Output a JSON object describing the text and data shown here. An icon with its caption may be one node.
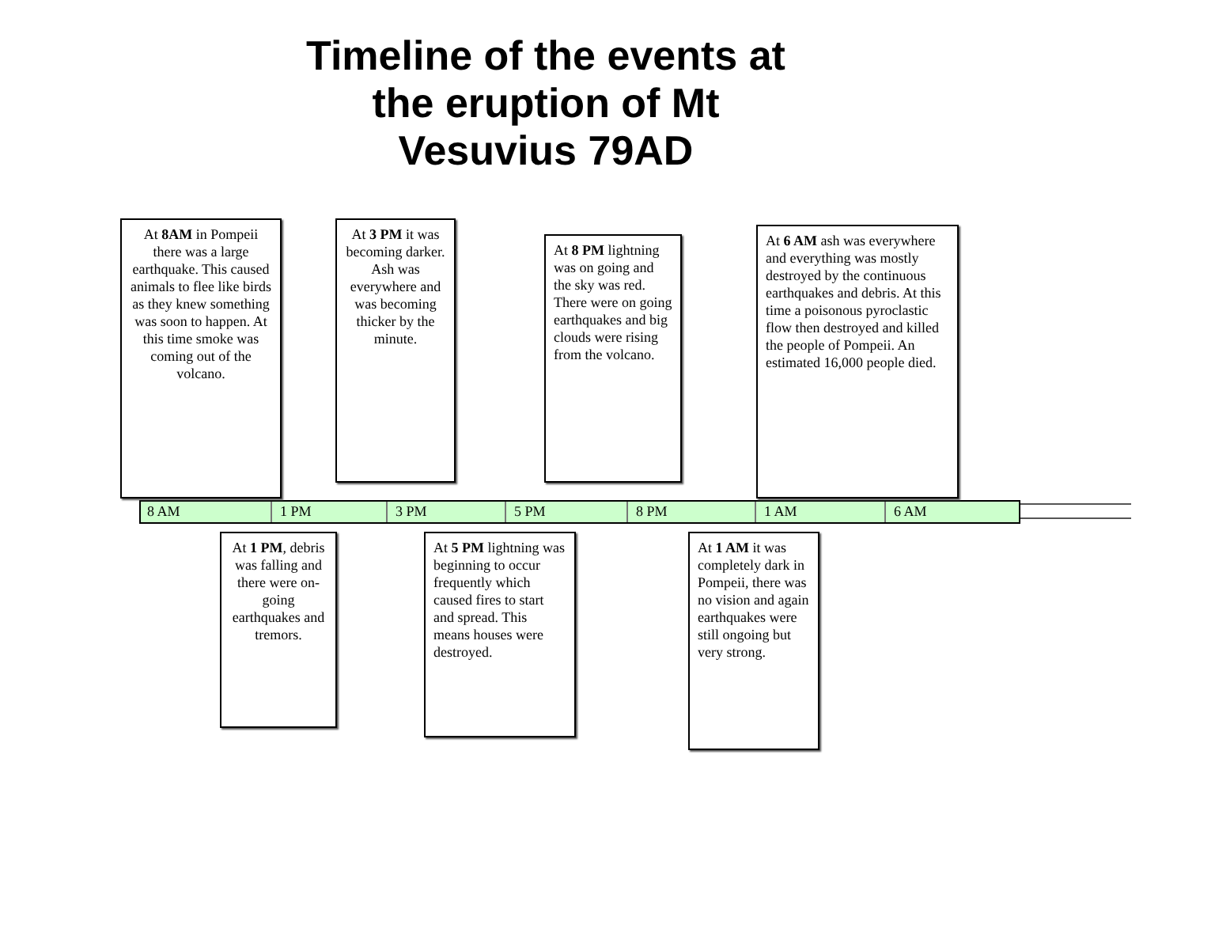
{
  "diagram": {
    "title": "Timeline of the events at the eruption of Mt Vesuvius 79AD",
    "nodes": [
      {
        "text": [
          "At **8AM** in Pompeii there was a large earthquake. This caused animals to flee like birds as they knew something was soon to happen. At this time smoke was coming out of the volcano."
        ]
      },
      {
        "text": [
          "At **3 PM** it was becoming darker. Ash was everywhere and was becoming thicker by the minute."
        ]
      },
      {
        "text": [
          "At **8 PM** lightning was on going and the sky was red. There were on going earthquakes and big clouds were rising from the volcano."
        ]
      },
      {
        "text": [
          "At **6 AM** ash was everywhere and everything was mostly destroyed by the continuous earthquakes and debris. At this time a poisonous pyroclastic flow then destroyed and killed the people of Pompeii. An estimated 16,000 people died."
        ]
      },
      {
        "text": [
          "At **1 PM**, debris was falling and there were on-going earthquakes and tremors."
        ]
      },
      {
        "text": [
          "At **5 PM** lightning was beginning to occur frequently which caused fires to start and spread. This means houses were destroyed."
        ]
      },
      {
        "text": [
          "At **1 AM** it was completely dark in Pompeii, there was no vision and again earthquakes were still ongoing but very strong."
        ]
      }
    ],
    "edges": [],
    "labels": [
      "8 AM",
      "1 PM",
      "3 PM",
      "5 PM",
      "8 PM",
      "1 AM",
      "6 AM"
    ]
  }
}
